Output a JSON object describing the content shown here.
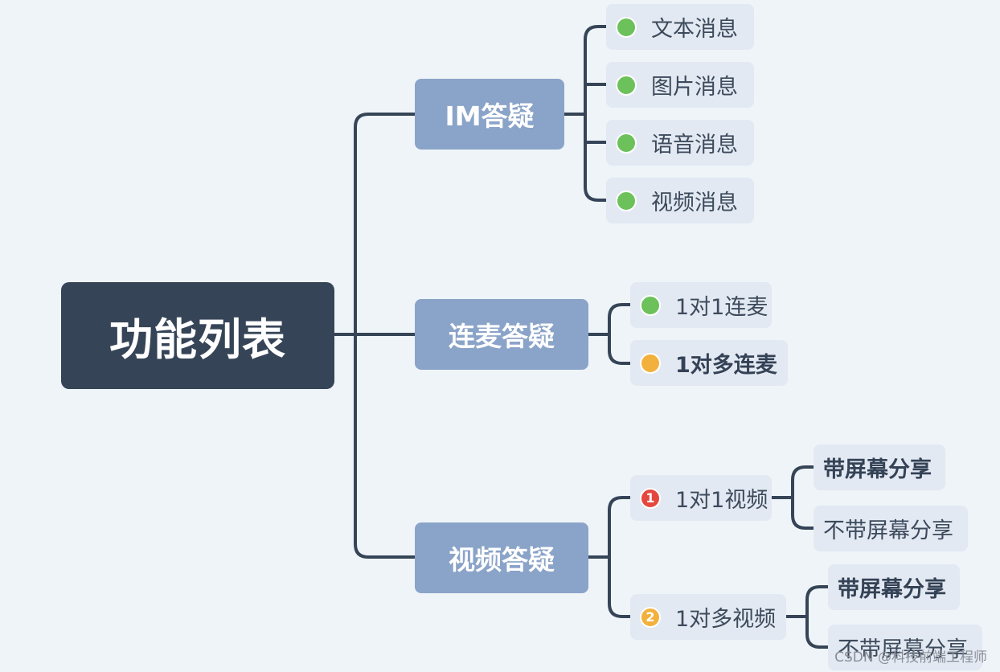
{
  "root": {
    "label": "功能列表"
  },
  "branches": [
    {
      "label": "IM答疑",
      "items": [
        {
          "label": "文本消息",
          "marker": "green"
        },
        {
          "label": "图片消息",
          "marker": "green"
        },
        {
          "label": "语音消息",
          "marker": "green"
        },
        {
          "label": "视频消息",
          "marker": "green"
        }
      ]
    },
    {
      "label": "连麦答疑",
      "items": [
        {
          "label": "1对1连麦",
          "marker": "green"
        },
        {
          "label": "1对多连麦",
          "marker": "orange"
        }
      ]
    },
    {
      "label": "视频答疑",
      "items": [
        {
          "label": "1对1视频",
          "marker": "red",
          "marker_text": "1",
          "children": [
            {
              "label": "带屏幕分享"
            },
            {
              "label": "不带屏幕分享"
            }
          ]
        },
        {
          "label": "1对多视频",
          "marker": "orange",
          "marker_text": "2",
          "children": [
            {
              "label": "带屏幕分享"
            },
            {
              "label": "不带屏幕分享"
            }
          ]
        }
      ]
    }
  ],
  "watermark": "CSDN @科技前端工程师",
  "colors": {
    "connector": "#364457",
    "root_bg": "#364457",
    "branch_bg": "#8aa3c8",
    "leaf_bg": "#e3e9f2",
    "marker_green": "#6cc15a",
    "marker_orange": "#f2b13c",
    "marker_red": "#e4473d"
  }
}
